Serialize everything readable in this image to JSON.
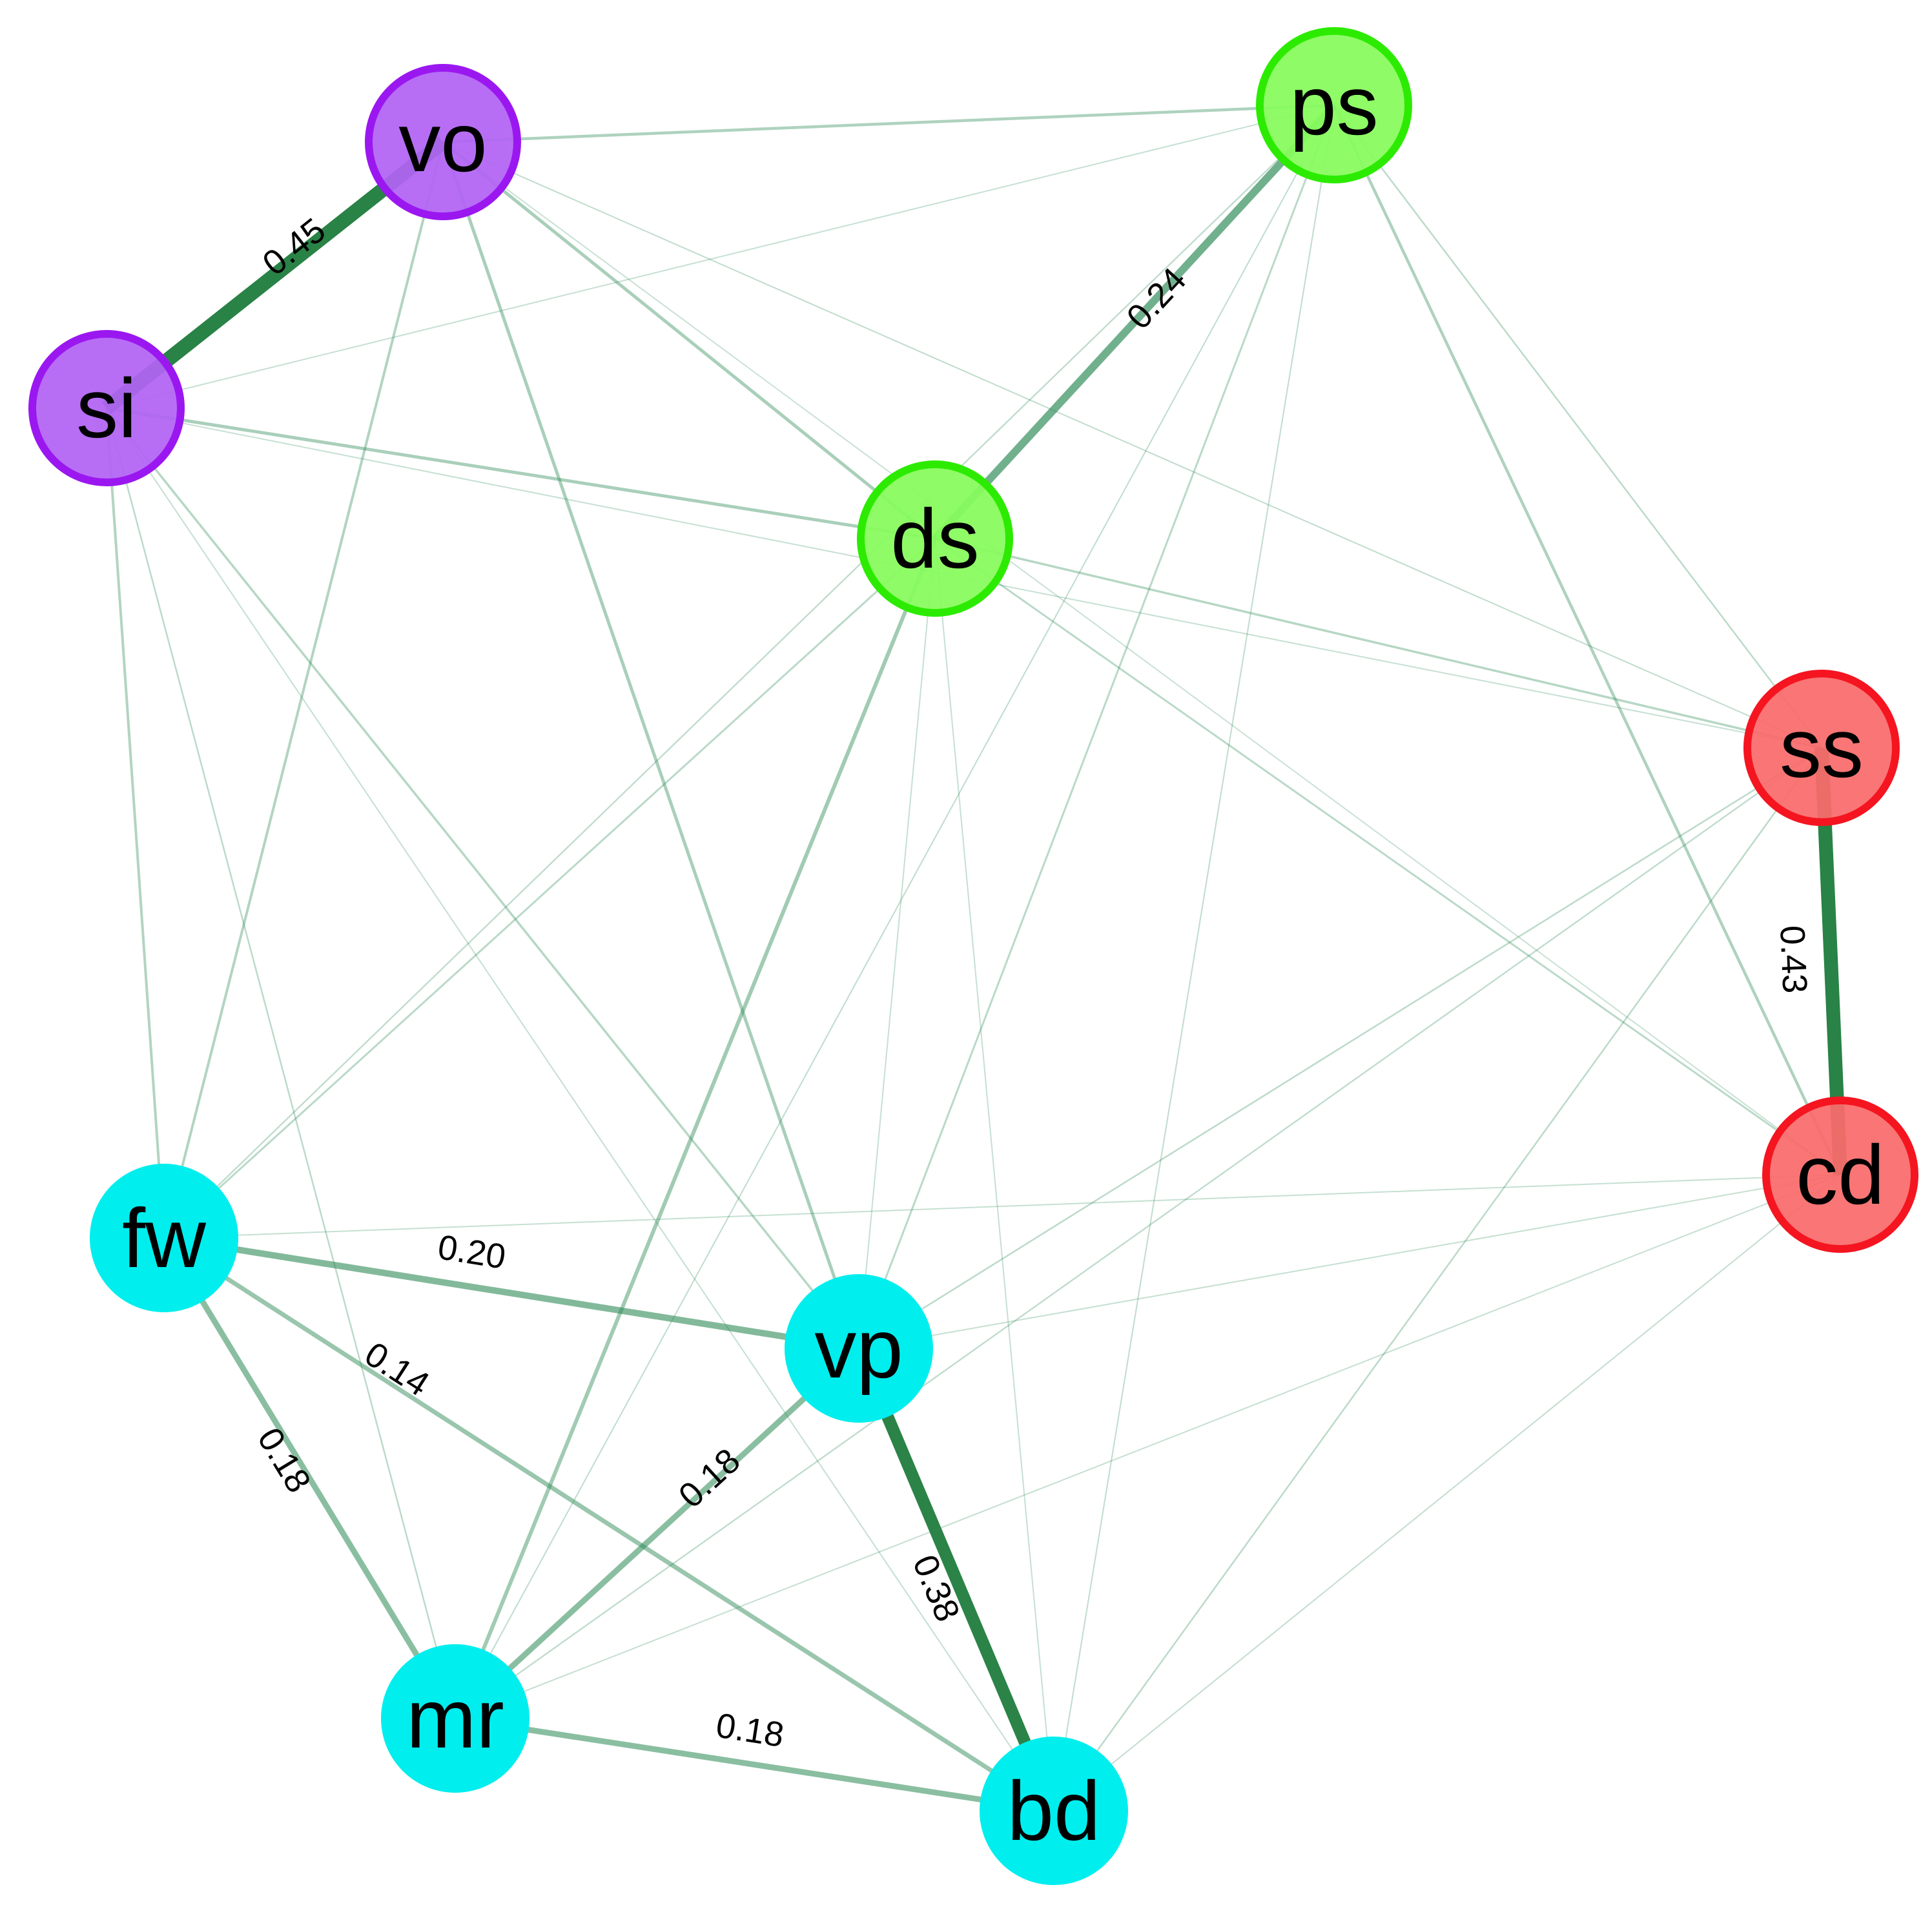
{
  "colors": {
    "edge": "#2E8B57",
    "edge_strong": "#1E7B3C",
    "purple_fill": "#B163F4",
    "purple_stroke": "#9B17F0",
    "green_fill": "#86FC5B",
    "green_stroke": "#2CEB00",
    "red_fill": "#FA6B6B",
    "red_stroke": "#F41520",
    "cyan_fill": "#00EEEE",
    "cyan_stroke": "#00EEEE"
  },
  "nodes": [
    {
      "id": "vo",
      "label": "vo",
      "group": "purple"
    },
    {
      "id": "si",
      "label": "si",
      "group": "purple"
    },
    {
      "id": "ps",
      "label": "ps",
      "group": "green"
    },
    {
      "id": "ds",
      "label": "ds",
      "group": "green"
    },
    {
      "id": "ss",
      "label": "ss",
      "group": "red"
    },
    {
      "id": "cd",
      "label": "cd",
      "group": "red"
    },
    {
      "id": "fw",
      "label": "fw",
      "group": "cyan"
    },
    {
      "id": "vp",
      "label": "vp",
      "group": "cyan"
    },
    {
      "id": "mr",
      "label": "mr",
      "group": "cyan"
    },
    {
      "id": "bd",
      "label": "bd",
      "group": "cyan"
    }
  ],
  "edges": [
    {
      "source": "vo",
      "target": "si",
      "weight": 0.45,
      "label": "0.45"
    },
    {
      "source": "ss",
      "target": "cd",
      "weight": 0.43,
      "label": "0.43"
    },
    {
      "source": "vp",
      "target": "bd",
      "weight": 0.38,
      "label": "0.38"
    },
    {
      "source": "ps",
      "target": "ds",
      "weight": 0.24,
      "label": "0.24"
    },
    {
      "source": "fw",
      "target": "vp",
      "weight": 0.2,
      "label": "0.20"
    },
    {
      "source": "fw",
      "target": "mr",
      "weight": 0.18,
      "label": "0.18"
    },
    {
      "source": "vp",
      "target": "mr",
      "weight": 0.18,
      "label": "0.18"
    },
    {
      "source": "mr",
      "target": "bd",
      "weight": 0.18,
      "label": "0.18"
    },
    {
      "source": "fw",
      "target": "bd",
      "weight": 0.14,
      "label": "0.14"
    },
    {
      "source": "ds",
      "target": "mr",
      "weight": 0.12
    },
    {
      "source": "vo",
      "target": "ps",
      "weight": 0.09
    },
    {
      "source": "vo",
      "target": "ds",
      "weight": 0.1
    },
    {
      "source": "si",
      "target": "ds",
      "weight": 0.1
    },
    {
      "source": "ps",
      "target": "cd",
      "weight": 0.09
    },
    {
      "source": "vo",
      "target": "vp",
      "weight": 0.1
    },
    {
      "source": "vo",
      "target": "fw",
      "weight": 0.08
    },
    {
      "source": "si",
      "target": "fw",
      "weight": 0.08
    },
    {
      "source": "si",
      "target": "vp",
      "weight": 0.07
    },
    {
      "source": "ds",
      "target": "ss",
      "weight": 0.07
    },
    {
      "source": "ds",
      "target": "cd",
      "weight": 0.06
    },
    {
      "source": "ds",
      "target": "fw",
      "weight": 0.06
    },
    {
      "source": "ps",
      "target": "vp",
      "weight": 0.06
    },
    {
      "source": "ps",
      "target": "ss",
      "weight": 0.05
    },
    {
      "source": "ss",
      "target": "vp",
      "weight": 0.05
    },
    {
      "source": "ss",
      "target": "bd",
      "weight": 0.05
    },
    {
      "source": "si",
      "target": "mr",
      "weight": 0.05
    },
    {
      "source": "ss",
      "target": "mr",
      "weight": 0.045
    },
    {
      "source": "ps",
      "target": "fw",
      "weight": 0.045
    },
    {
      "source": "ps",
      "target": "mr",
      "weight": 0.04
    },
    {
      "source": "ps",
      "target": "bd",
      "weight": 0.04
    },
    {
      "source": "vo",
      "target": "ss",
      "weight": 0.04
    },
    {
      "source": "cd",
      "target": "bd",
      "weight": 0.035
    },
    {
      "source": "cd",
      "target": "mr",
      "weight": 0.03
    },
    {
      "source": "cd",
      "target": "vp",
      "weight": 0.03
    },
    {
      "source": "cd",
      "target": "fw",
      "weight": 0.025
    },
    {
      "source": "si",
      "target": "bd",
      "weight": 0.03
    },
    {
      "source": "si",
      "target": "ps",
      "weight": 0.025
    },
    {
      "source": "si",
      "target": "ss",
      "weight": 0.025
    },
    {
      "source": "ds",
      "target": "bd",
      "weight": 0.025
    },
    {
      "source": "ds",
      "target": "vp",
      "weight": 0.025
    },
    {
      "source": "vo",
      "target": "cd",
      "weight": 0.02
    }
  ]
}
